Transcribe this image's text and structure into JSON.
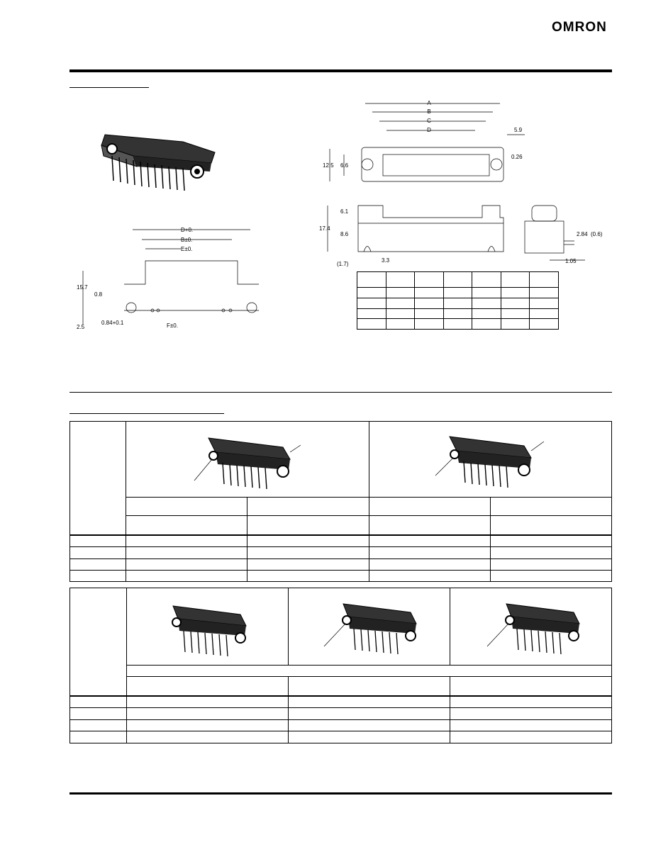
{
  "header": {
    "logo": "OMRON"
  },
  "dimensions": {
    "front_labels": {
      "a": "A",
      "b": "B",
      "c": "C",
      "d": "D"
    },
    "front_values": {
      "top_right": "5.9",
      "height_left": "12.5",
      "inner_left": "6.6",
      "right_offset": "0.26"
    },
    "side_values": {
      "upper": "6.1",
      "total": "17.4",
      "lower": "8.6",
      "base_left": "(1.7)",
      "base_width": "3.3"
    },
    "end_values": {
      "pin_a": "2.84",
      "pin_b": "(0.6)",
      "pin_c": "1.05"
    },
    "pcb_values": {
      "overall": "15.7",
      "mid": "0.8",
      "bottom": "2.5",
      "hole": "0.84+0.1"
    },
    "pcb_labels": {
      "d": "D+0.",
      "b": "B±0.",
      "c": "E±0.",
      "f": "F±0."
    }
  }
}
